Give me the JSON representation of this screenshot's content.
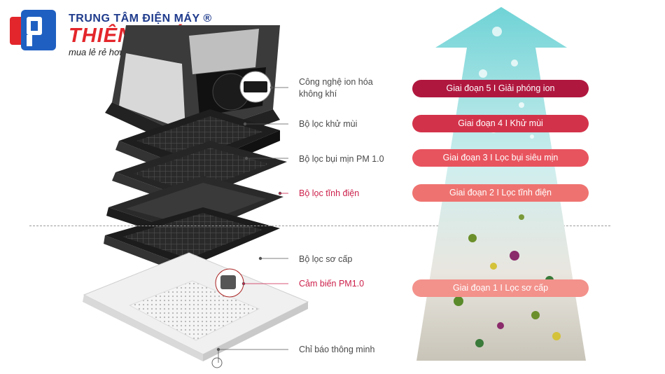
{
  "brand": {
    "top_line": "TRUNG TÂM ĐIỆN MÁY ®",
    "name": "THIÊN PHÚ",
    "slogan": "mua lẻ rẻ hơn mua buôn!"
  },
  "components": [
    {
      "label_line1": "Công nghệ ion hóa",
      "label_line2": "không khí"
    },
    {
      "label": "Bộ lọc khử mùi"
    },
    {
      "label": "Bộ lọc bụi mịn PM 1.0"
    },
    {
      "label": "Bộ lọc tĩnh điện"
    },
    {
      "label": "Bộ lọc sơ cấp"
    },
    {
      "label": "Cảm biến PM1.0"
    },
    {
      "label": "Chỉ báo thông minh"
    }
  ],
  "stages": [
    {
      "label": "Giai đoạn 5 I Giải phóng ion",
      "color": "#b0173f"
    },
    {
      "label": "Giai đoạn 4 I Khử mùi",
      "color": "#d3334a"
    },
    {
      "label": "Giai đoạn 3 I Lọc bụi siêu mịn",
      "color": "#e8545e"
    },
    {
      "label": "Giai đoạn 2 I Lọc tĩnh điện",
      "color": "#ee7370"
    },
    {
      "label": "Giai đoạn 1 I Lọc sơ cấp",
      "color": "#f3918b"
    }
  ],
  "colors": {
    "brand_blue": "#1f3b8c",
    "brand_red": "#e3262b",
    "highlight_label": "#cc1f4a",
    "arrow_top": "#6fd3d6",
    "arrow_bottom": "#c8c4b8"
  }
}
